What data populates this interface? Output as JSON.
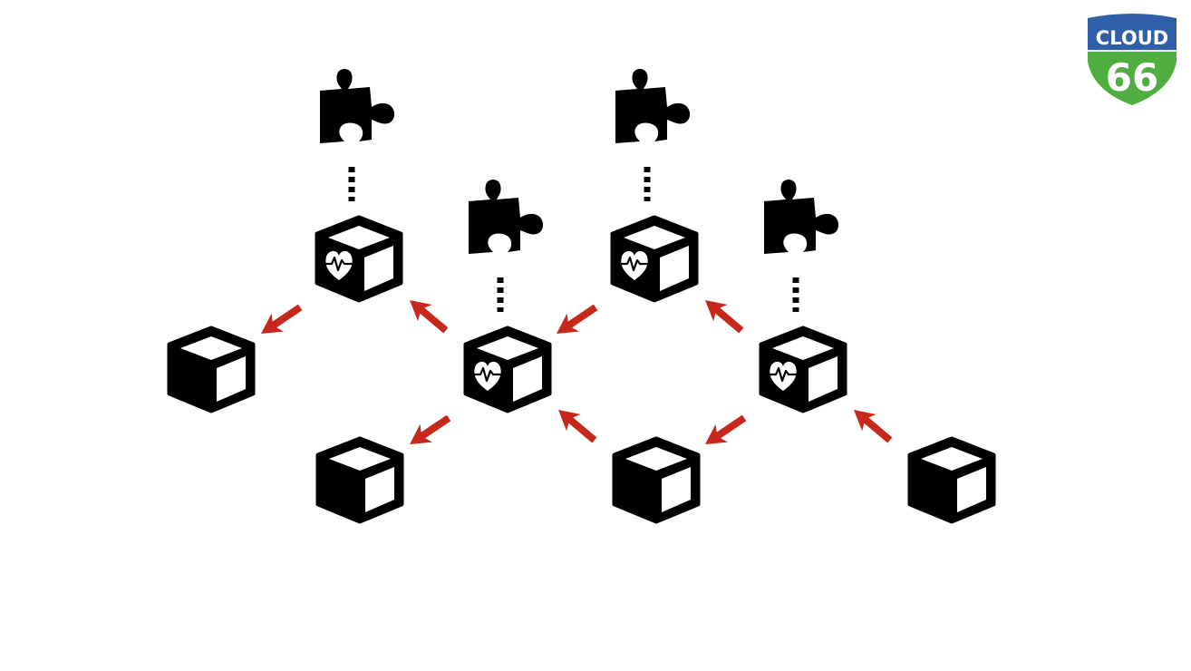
{
  "logo": {
    "line1": "CLOUD",
    "line2": "66",
    "colors": {
      "top": "#2f5fa8",
      "bottom": "#4fae3f",
      "text": "#ffffff"
    }
  },
  "icons": {
    "node": "cube-icon",
    "monitored_node": "cube-heartbeat-icon",
    "plugin": "puzzle-piece-icon",
    "link": "arrow-icon",
    "attachment": "dotted-connector"
  },
  "colors": {
    "ink": "#000000",
    "arrow": "#c8281c",
    "paper": "#ffffff"
  }
}
